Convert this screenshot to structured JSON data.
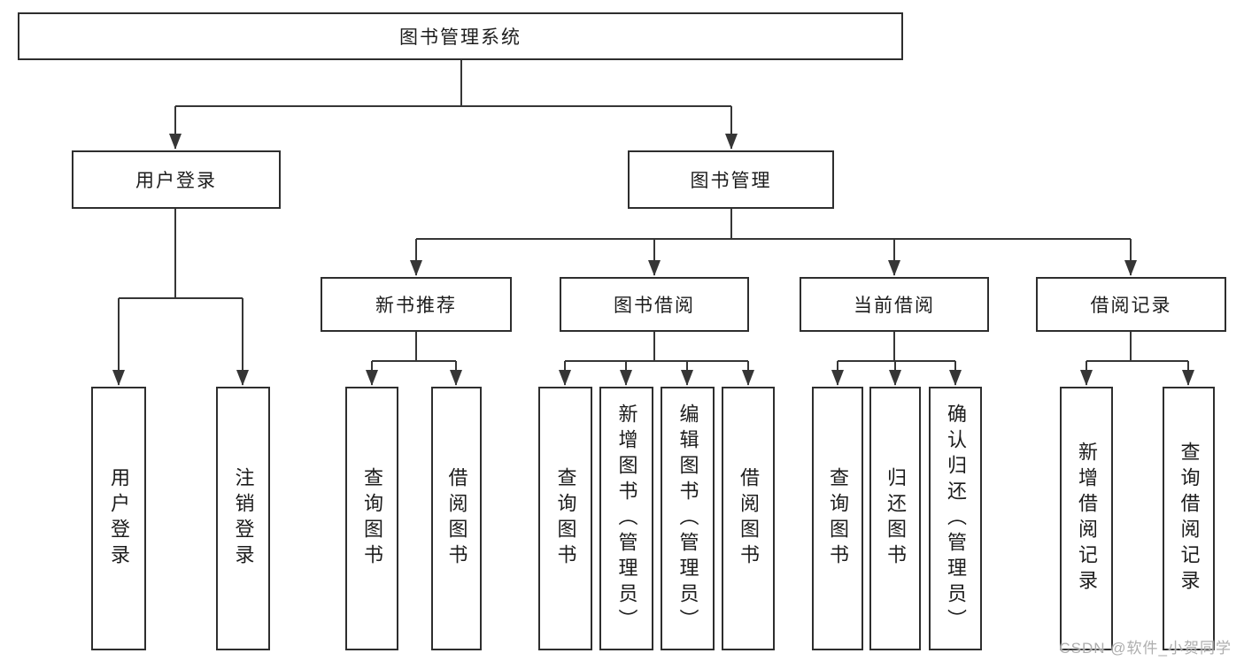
{
  "watermark": "CSDN @软件_小贺同学",
  "colors": {
    "line": "#363636",
    "border": "#2e2e2e",
    "text": "#1c1c1c",
    "background": "#ffffff",
    "watermark": "#aaaaaa"
  },
  "tree": {
    "label": "图书管理系统",
    "children": [
      {
        "label": "用户登录",
        "children": [
          {
            "label": "用户登录"
          },
          {
            "label": "注销登录"
          }
        ]
      },
      {
        "label": "图书管理",
        "children": [
          {
            "label": "新书推荐",
            "children": [
              {
                "label": "查询图书"
              },
              {
                "label": "借阅图书"
              }
            ]
          },
          {
            "label": "图书借阅",
            "children": [
              {
                "label": "查询图书"
              },
              {
                "label": "新增图书（管理员）"
              },
              {
                "label": "编辑图书（管理员）"
              },
              {
                "label": "借阅图书"
              }
            ]
          },
          {
            "label": "当前借阅",
            "children": [
              {
                "label": "查询图书"
              },
              {
                "label": "归还图书"
              },
              {
                "label": "确认归还（管理员）"
              }
            ]
          },
          {
            "label": "借阅记录",
            "children": [
              {
                "label": "新增借阅记录"
              },
              {
                "label": "查询借阅记录"
              }
            ]
          }
        ]
      }
    ]
  }
}
